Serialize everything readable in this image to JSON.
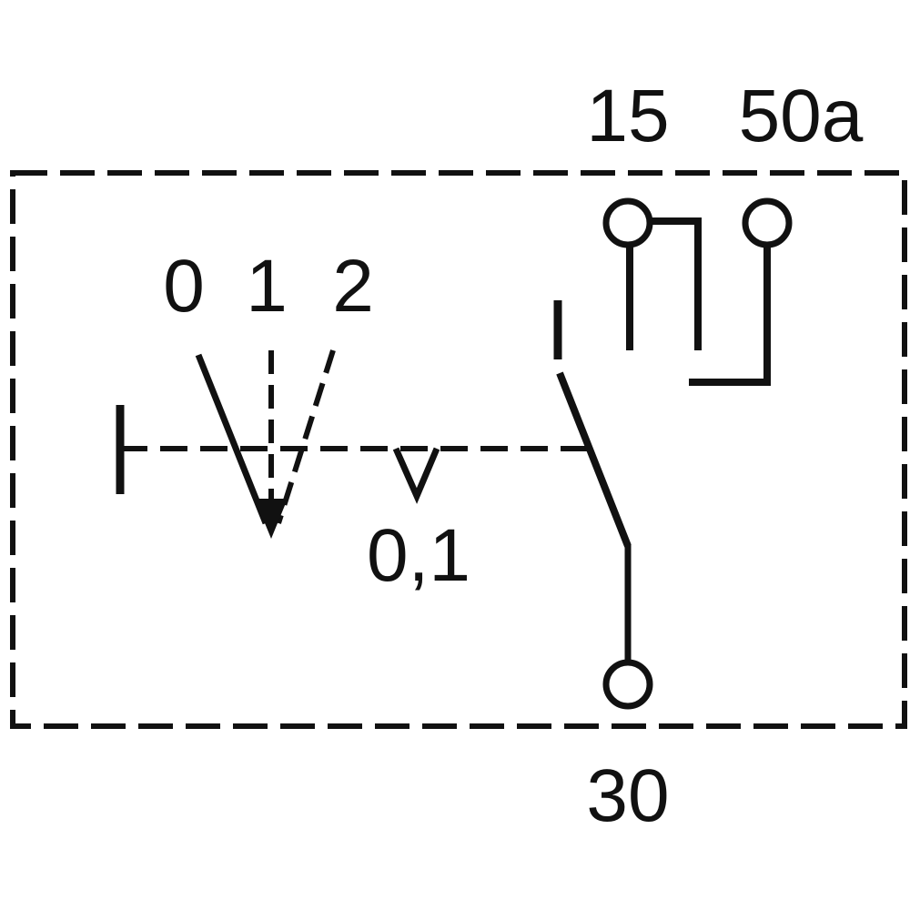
{
  "terminals": {
    "t15": "15",
    "t50a": "50a",
    "t30": "30"
  },
  "positions": {
    "p0": "0",
    "p1": "1",
    "p2": "2"
  },
  "detent_label": "0,1",
  "colors": {
    "ink": "#111111",
    "background": "#ffffff"
  }
}
